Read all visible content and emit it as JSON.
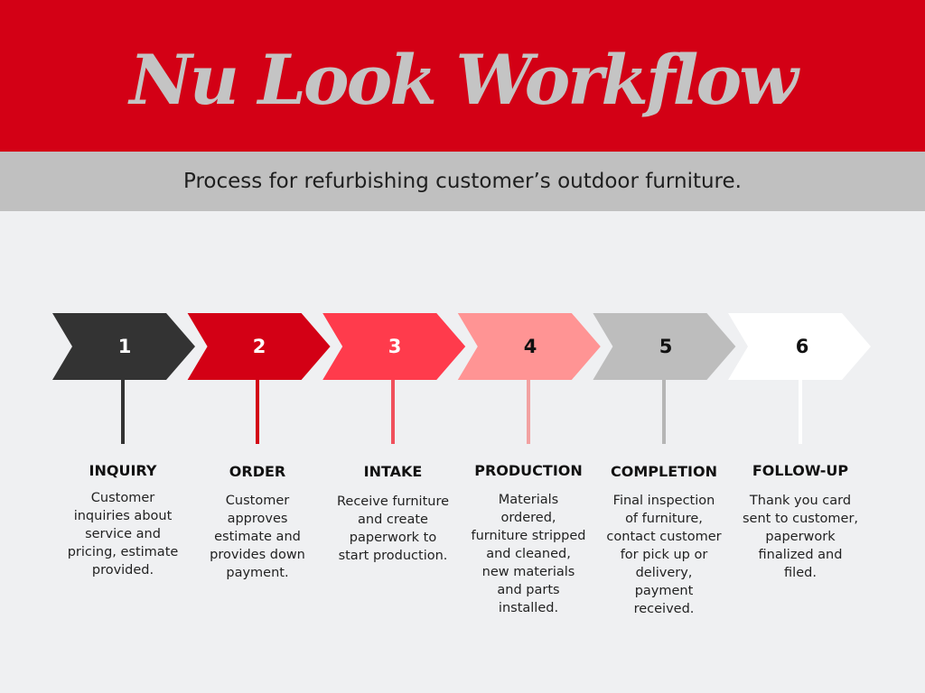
{
  "header": {
    "title": "Nu Look Workflow",
    "subtitle": "Process for refurbishing customer’s outdoor furniture."
  },
  "colors": {
    "header_red": "#d30015",
    "subtitle_gray": "#c0c0c0",
    "background": "#eff0f2"
  },
  "steps": [
    {
      "number": "1",
      "title": "INQUIRY",
      "description": "Customer inquiries about service and pricing, estimate provided.",
      "color": "#333333",
      "line_color": "#333333",
      "number_color": "#ffffff"
    },
    {
      "number": "2",
      "title": "ORDER",
      "description": "Customer approves estimate and provides down payment.",
      "color": "#d30015",
      "line_color": "#d30015",
      "number_color": "#ffffff"
    },
    {
      "number": "3",
      "title": "INTAKE",
      "description": "Receive furniture and create paperwork to start production.",
      "color": "#ff3b4c",
      "line_color": "#f0505c",
      "number_color": "#ffffff"
    },
    {
      "number": "4",
      "title": "PRODUCTION",
      "description": "Materials ordered, furniture stripped and cleaned, new materials and parts installed.",
      "color": "#ff9494",
      "line_color": "#f2a1a1",
      "number_color": "#111111"
    },
    {
      "number": "5",
      "title": "COMPLETION",
      "description": "Final inspection of furniture, contact customer for pick up or delivery, payment received.",
      "color": "#bdbdbd",
      "line_color": "#b5b5b5",
      "number_color": "#111111"
    },
    {
      "number": "6",
      "title": "FOLLOW-UP",
      "description": "Thank you card sent to customer, paperwork finalized and filed.",
      "color": "#ffffff",
      "line_color": "#ffffff",
      "number_color": "#111111"
    }
  ]
}
